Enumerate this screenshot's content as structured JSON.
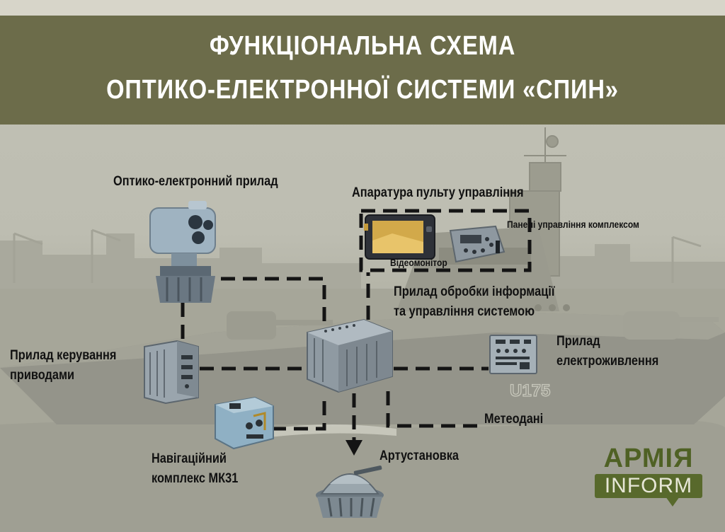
{
  "title": {
    "line1": "ФУНКЦІОНАЛЬНА СХЕМА",
    "line2": "ОПТИКО-ЕЛЕКТРОННОЇ СИСТЕМИ «СПИН»"
  },
  "labels": {
    "optical_device": "Оптико-електронний прилад",
    "control_panel_apparatus": "Апаратура пульту управління",
    "control_panels": "Панелі управління комплексом",
    "video_monitor": "Відеомонітор",
    "processing_unit_line1": "Прилад обробки інформації",
    "processing_unit_line2": "та управління системою",
    "drive_control_line1": "Прилад керування",
    "drive_control_line2": "приводами",
    "power_supply_line1": "Прилад",
    "power_supply_line2": "електроживлення",
    "meteo_data": "Метеодані",
    "nav_complex_line1": "Навігаційний",
    "nav_complex_line2": "комплекс МК31",
    "gun_mount": "Артустановка"
  },
  "hull_number": "U175",
  "logo": {
    "top": "АРМІЯ",
    "bottom": "INFORM"
  },
  "colors": {
    "title_band": "#6c6c4a",
    "logo_green": "#58692c",
    "device_blue": "#8fa4b4",
    "connector_line": "#141414"
  }
}
